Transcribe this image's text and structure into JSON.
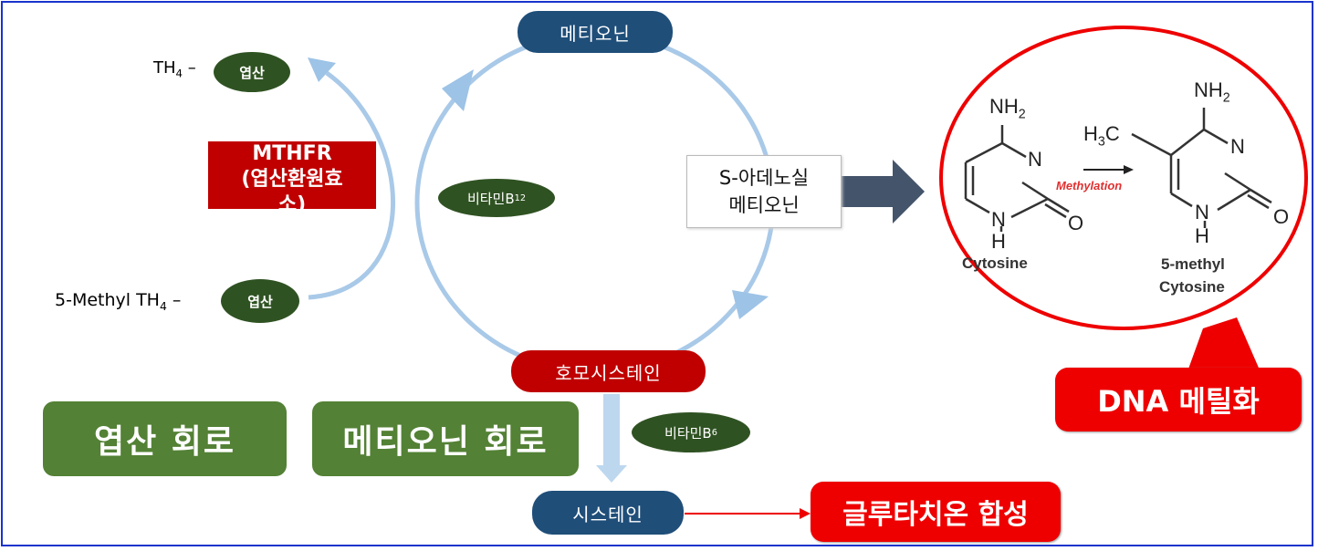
{
  "nodes": {
    "methionine": "메티오닌",
    "homocysteine": "호모시스테인",
    "cysteine": "시스테인",
    "sam_line1": "S-아데노실",
    "sam_line2": "메티오닌"
  },
  "folate": {
    "th4_prefix": "TH",
    "th4_sub": "4",
    "th4_dash": " –",
    "folate_label": "엽산",
    "methyl_prefix": "5-Methyl TH",
    "methyl_sub": "4",
    "methyl_dash": " –",
    "methyl_folate_label": "엽산"
  },
  "enzymes": {
    "mthfr_line1": "MTHFR",
    "mthfr_line2": "(엽산환원효",
    "mthfr_line3": "소)",
    "vitamin_b12_prefix": "비타민B",
    "vitamin_b12_sub": "12",
    "vitamin_b6_prefix": "비타민B",
    "vitamin_b6_sub": "6"
  },
  "cycles": {
    "folate_cycle": "엽산 회로",
    "methionine_cycle": "메티오닌 회로"
  },
  "outputs": {
    "glutathione": "글루타치온 합성",
    "dna_methylation": "DNA 메틸화"
  },
  "methylation_figure": {
    "nh2_left": "NH",
    "nh2_left_sub": "2",
    "nh2_right": "NH",
    "nh2_right_sub": "2",
    "h3c": "H",
    "h3c_sub": "3",
    "h3c_tail": "C",
    "n": "N",
    "nh": "N",
    "h": "H",
    "o": "O",
    "methylation": "Methylation",
    "cytosine": "Cytosine",
    "methylcytosine_line1": "5-methyl",
    "methylcytosine_line2": "Cytosine"
  },
  "colors": {
    "navy": "#1f4e79",
    "dark_red": "#c00000",
    "bright_red": "#ee0000",
    "dark_green": "#2f5222",
    "green": "#538135",
    "light_blue": "#9dc3e6",
    "slate": "#44546a",
    "frame_blue": "#1a33cc"
  }
}
